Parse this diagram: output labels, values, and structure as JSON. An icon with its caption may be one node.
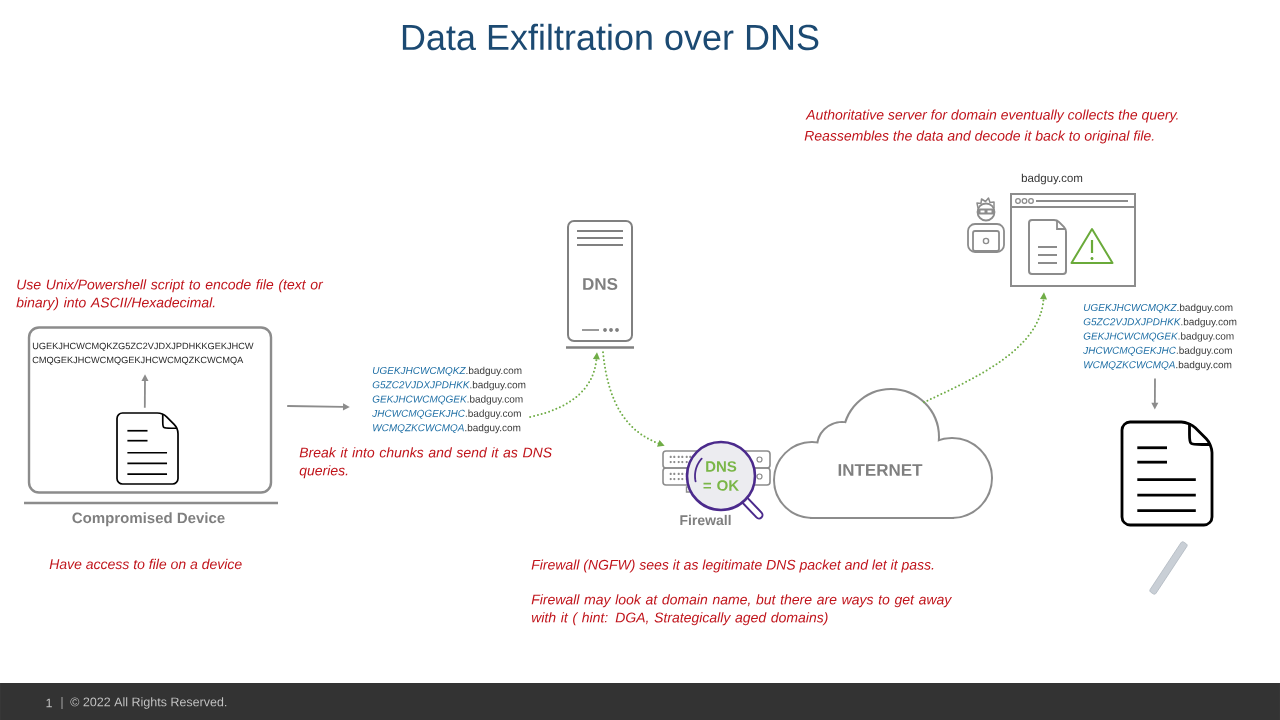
{
  "diagram": {
    "title": "Data Exfiltration over DNS",
    "nodes": [
      {
        "text": [
          "Compromised Device"
        ]
      },
      {
        "text": [
          "UGEKJHCWCMQKZG5ZC2VJDXJPDHKKGEKJHCW CMQGEKJHCWCMQGEKJHCWCMQZKCWCMQA"
        ],
        "in": 0
      },
      {
        "text": [],
        "shape": "picture",
        "in": 0
      },
      {
        "text": [
          "*UGEKJHCWCMQKZ*.badguy.com",
          "*G5ZC2VJDXJPDHKK*.badguy.com",
          "*GEKJHCWCMQGEK*.badguy.com",
          "*JHCWCMQGEKJHC*.badguy.com",
          "*WCMQZKCWCMQA*.badguy.com"
        ]
      },
      {
        "text": [
          "DNS"
        ]
      },
      {
        "text": [
          "Firewall"
        ]
      },
      {
        "text": [
          "DNS = OK"
        ]
      },
      {
        "text": [
          "INTERNET"
        ]
      },
      {
        "text": [
          "badguy.com"
        ]
      },
      {
        "text": [
          "*UGEKJHCWCMQKZ*.badguy.com",
          "*G5ZC2VJDXJPDHKK*.badguy.com",
          "*GEKJHCWCMQGEK*.badguy.com",
          "*JHCWCMQGEKJHC*.badguy.com",
          "*WCMQZKCWCMQA*.badguy.com"
        ]
      },
      {
        "text": [],
        "shape": "picture"
      }
    ],
    "edges": [
      {
        "from": 2,
        "to": 1,
        "arrow": "to"
      },
      {
        "from": 0,
        "to": 3,
        "arrow": "to"
      },
      {
        "from": 3,
        "to": 4,
        "arrow": "to",
        "style": "dashed",
        "color": "#70ad47"
      },
      {
        "from": 4,
        "to": 5,
        "arrow": "to",
        "style": "dashed",
        "color": "#70ad47"
      },
      {
        "from": 7,
        "to": 8,
        "arrow": "to",
        "style": "dashed",
        "color": "#70ad47"
      },
      {
        "from": 9,
        "to": 10,
        "arrow": "to"
      }
    ],
    "labels": [
      "Authoritative server for domain eventually collects the query.",
      "Reassembles the data and decode it back to original file.",
      "Use Unix/Powershell script to encode file (text or binary) into ASCII/Hexadecimal.",
      "Break it into chunks and send it as DNS queries.",
      "Have access to file on a device",
      "Firewall (NGFW) sees it as legitimate DNS packet and let it pass.",
      "Firewall may look at domain name, but there are ways to get away with it ( hint: DGA, Strategically aged domains)",
      "1",
      "© 2022 All Rights Reserved."
    ]
  }
}
